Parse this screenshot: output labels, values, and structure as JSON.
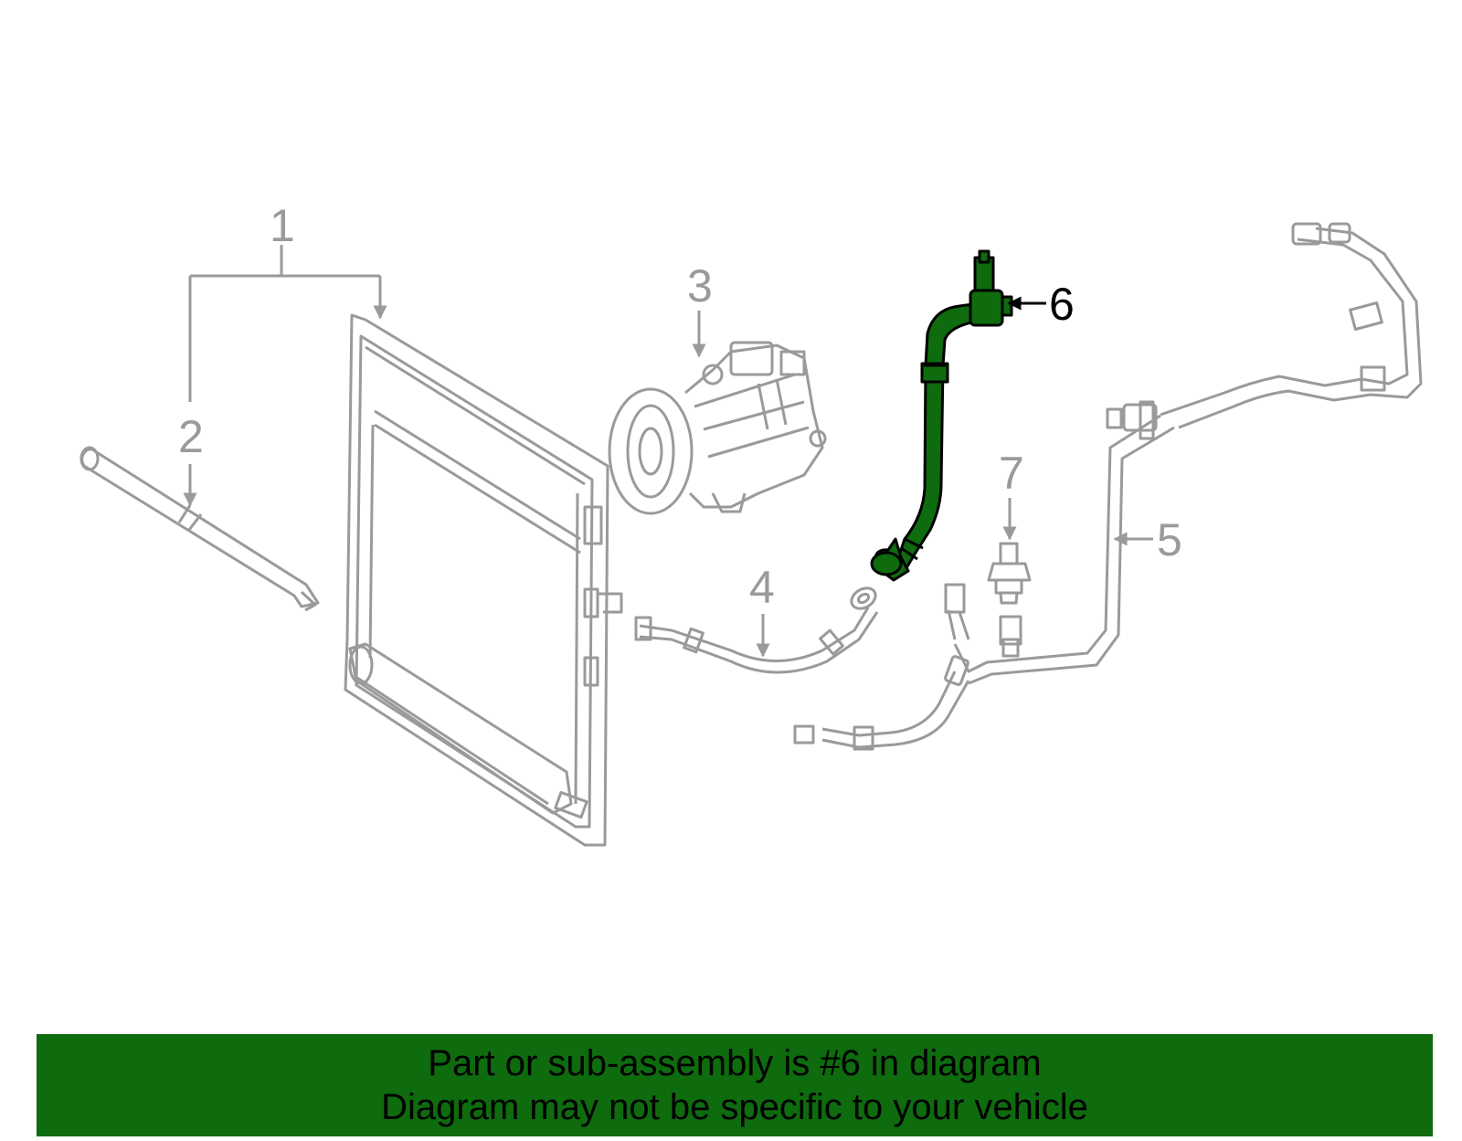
{
  "callouts": {
    "c1": "1",
    "c2": "2",
    "c3": "3",
    "c4": "4",
    "c5": "5",
    "c6": "6",
    "c7": "7"
  },
  "highlighted_part": "6",
  "colors": {
    "line": "#9a9a9a",
    "highlight": "#0e6b0e",
    "banner": "#0e6b0e"
  },
  "banner": {
    "line1": "Part or sub-assembly is #6 in diagram",
    "line2": "Diagram may not be specific to your vehicle"
  }
}
